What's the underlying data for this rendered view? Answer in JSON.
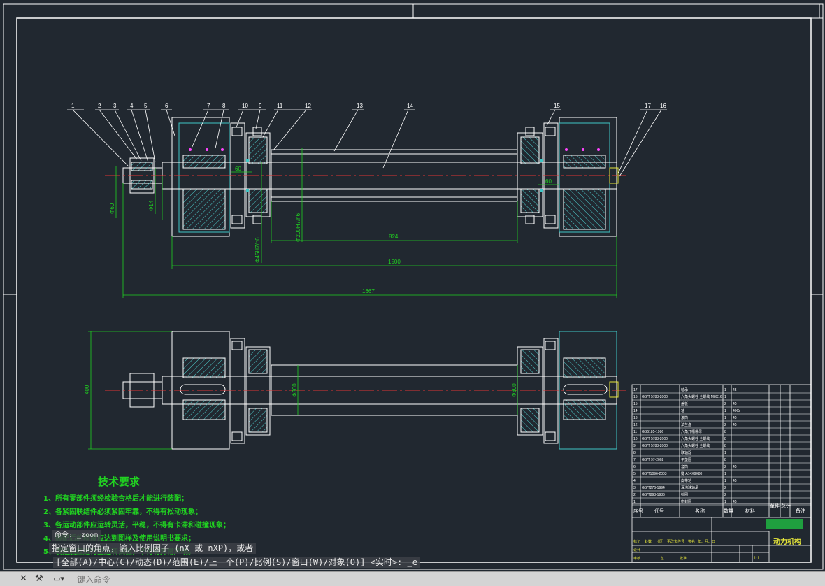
{
  "drawing": {
    "balloons": [
      "1",
      "2",
      "3",
      "4",
      "5",
      "6",
      "7",
      "8",
      "10",
      "9",
      "11",
      "12",
      "13",
      "14",
      "15",
      "17",
      "16"
    ],
    "dims_top": {
      "d60a": "60",
      "d60b": "60",
      "dia_left1": "Φ60",
      "dia_left2": "Φ14",
      "dia_shaft": "Φ45H7/h6",
      "dia_tube": "Φ200H7/h6",
      "len824": "824",
      "len1500": "1500",
      "len1667": "1667"
    },
    "dims_bottom": {
      "h400": "400",
      "dia300a": "Φ300",
      "dia300b": "Φ300"
    }
  },
  "tech": {
    "title": "技术要求",
    "items": [
      "1、所有零部件须经检验合格后才能进行装配；",
      "2、各紧固联结件必须紧固牢靠，不得有松动现象；",
      "3、各运动部件应运转灵活，平稳，不得有卡滞和碰撞现象；",
      "4、装配后的精度应达到图样及使用说明书要求；",
      "5、装配后应进行空运转试验，不得有异常声响。"
    ]
  },
  "titleblock": {
    "bom_header": [
      "序号",
      "代号",
      "名称",
      "数量",
      "材料",
      "单件",
      "总计",
      "备注"
    ],
    "bom_rows": [
      {
        "code": "",
        "name": "轴承",
        "qty": "1",
        "mat": "45"
      },
      {
        "code": "GB/T 5783-2000",
        "name": "六角头螺栓 全螺纹 M8X16",
        "qty": "1",
        "mat": ""
      },
      {
        "code": "",
        "name": "盖板",
        "qty": "2",
        "mat": "45"
      },
      {
        "code": "",
        "name": "轴",
        "qty": "1",
        "mat": "40Cr"
      },
      {
        "code": "",
        "name": "滚筒",
        "qty": "1",
        "mat": "45"
      },
      {
        "code": "",
        "name": "法兰盘",
        "qty": "2",
        "mat": "45"
      },
      {
        "code": "GB6185-1986",
        "name": "六角开槽螺母",
        "qty": "8",
        "mat": ""
      },
      {
        "code": "GB/T 5783-2000",
        "name": "六角头螺栓 全螺纹",
        "qty": "8",
        "mat": ""
      },
      {
        "code": "GB/T 5783-2000",
        "name": "六角头螺栓 全螺纹",
        "qty": "8",
        "mat": ""
      },
      {
        "code": "",
        "name": "联轴器",
        "qty": "1",
        "mat": ""
      },
      {
        "code": "GB/T 97-2002",
        "name": "平垫圈",
        "qty": "8",
        "mat": ""
      },
      {
        "code": "",
        "name": "套筒",
        "qty": "2",
        "mat": "45"
      },
      {
        "code": "GB/T1096-2003",
        "name": "键 A14X9X80",
        "qty": "1",
        "mat": ""
      },
      {
        "code": "",
        "name": "皮带轮",
        "qty": "1",
        "mat": "45"
      },
      {
        "code": "GB/T276-1994",
        "name": "深沟球轴承",
        "qty": "2",
        "mat": ""
      },
      {
        "code": "GB/T893-1986",
        "name": "挡圈",
        "qty": "2",
        "mat": ""
      },
      {
        "code": "",
        "name": "密封圈",
        "qty": "1",
        "mat": "45"
      }
    ],
    "title": "动力机构",
    "scale": "1:1",
    "approve": [
      {
        "label": "标记"
      },
      {
        "label": "处数"
      },
      {
        "label": "分区"
      },
      {
        "label": "更改文件号"
      },
      {
        "label": "签名"
      },
      {
        "label": "年、月、日"
      }
    ],
    "role_labels": [
      "设计",
      "审核",
      "工艺",
      "批准"
    ]
  },
  "command": {
    "history": [
      "命令: _zoom",
      "指定窗口的角点，输入比例因子 (nX 或 nXP)，或者",
      "[全部(A)/中心(C)/动态(D)/范围(E)/上一个(P)/比例(S)/窗口(W)/对象(O)] <实时>: _e"
    ],
    "placeholder": "键入命令"
  },
  "colors": {
    "bg": "#212830",
    "frame": "#ffffff",
    "green": "#21d121",
    "red": "#e03434",
    "cyan": "#3fc6c6",
    "hatch": "#4fd1d1",
    "yellow": "#e6e63a",
    "magenta": "#ff44ff"
  },
  "icons": {
    "close": "close-icon",
    "customize": "wrench-icon",
    "cmd": "command-line-icon"
  }
}
